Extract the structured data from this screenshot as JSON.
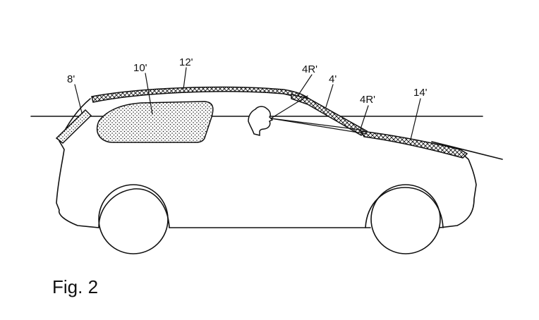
{
  "figure": {
    "caption": "Fig. 2",
    "labels": {
      "ref_8": "8'",
      "ref_10": "10'",
      "ref_12": "12'",
      "ref_4R_top": "4R'",
      "ref_4": "4'",
      "ref_4R_lower": "4R'",
      "ref_14": "14'"
    }
  },
  "colors": {
    "ink": "#111111",
    "background": "#ffffff"
  }
}
